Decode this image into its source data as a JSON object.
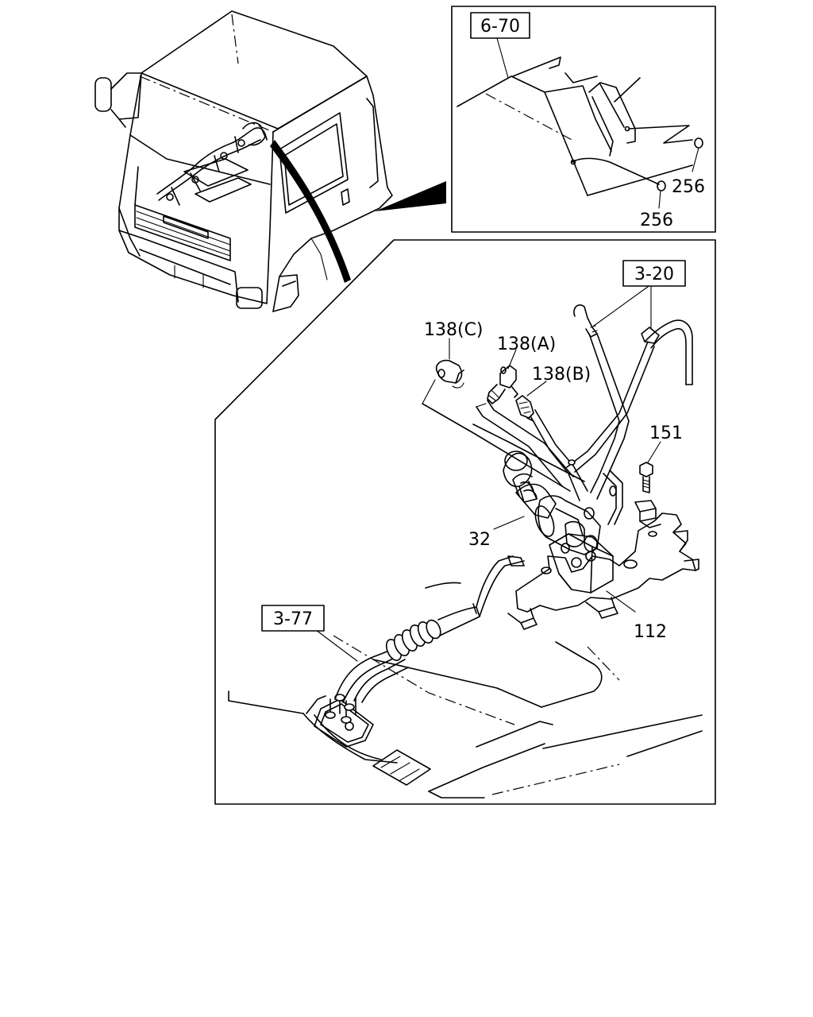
{
  "diagram": {
    "reference_boxes": [
      {
        "id": "ref-6-70",
        "text": "6-70"
      },
      {
        "id": "ref-3-20",
        "text": "3-20"
      },
      {
        "id": "ref-3-77",
        "text": "3-77"
      }
    ],
    "part_labels": {
      "p256a": "256",
      "p256b": "256",
      "p138c": "138(C)",
      "p138a": "138(A)",
      "p138b": "138(B)",
      "p151": "151",
      "p32": "32",
      "p112": "112"
    }
  }
}
